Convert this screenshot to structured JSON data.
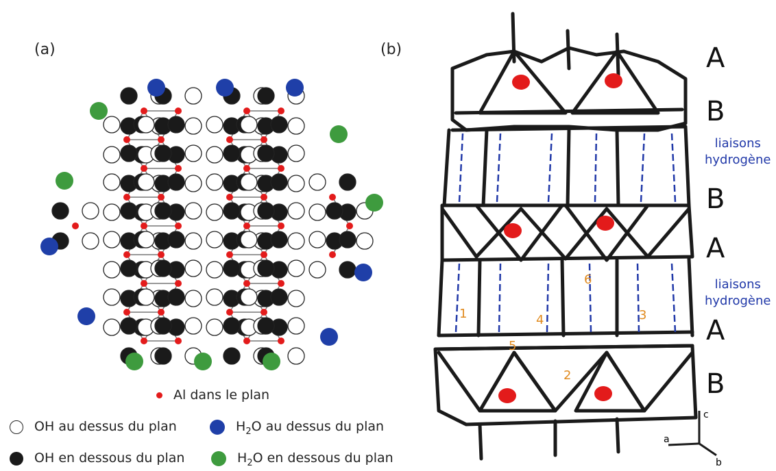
{
  "panel_a": {
    "label": "(a)",
    "legend": {
      "al": "Al dans le plan",
      "oh_above": "OH au dessus du plan",
      "oh_below": "OH en dessous du plan",
      "h2o_above_prefix": "H",
      "h2o_above_sub": "2",
      "h2o_above_suffix": "O au dessus du plan",
      "h2o_below_prefix": "H",
      "h2o_below_sub": "2",
      "h2o_below_suffix": "O en dessous du plan"
    },
    "colors": {
      "al": "#e31b1b",
      "oh_above": "#ffffff",
      "oh_below": "#1a1a1a",
      "h2o_above": "#1f3fa8",
      "h2o_below": "#3e9b3e"
    }
  },
  "panel_b": {
    "label": "(b)",
    "stacking": [
      "A",
      "B",
      "B",
      "A",
      "A",
      "B"
    ],
    "hydrogen_bonds_line1": "liaisons",
    "hydrogen_bonds_line2": "hydrogène",
    "numbers": [
      "1",
      "2",
      "3",
      "4",
      "5",
      "6"
    ],
    "axes": {
      "c": "c",
      "a": "a",
      "b": "b"
    },
    "colors": {
      "al": "#e31b1b",
      "hb_text": "#2038a8",
      "numbers": "#e08a1e",
      "sketch": "#1a1a1a"
    }
  }
}
